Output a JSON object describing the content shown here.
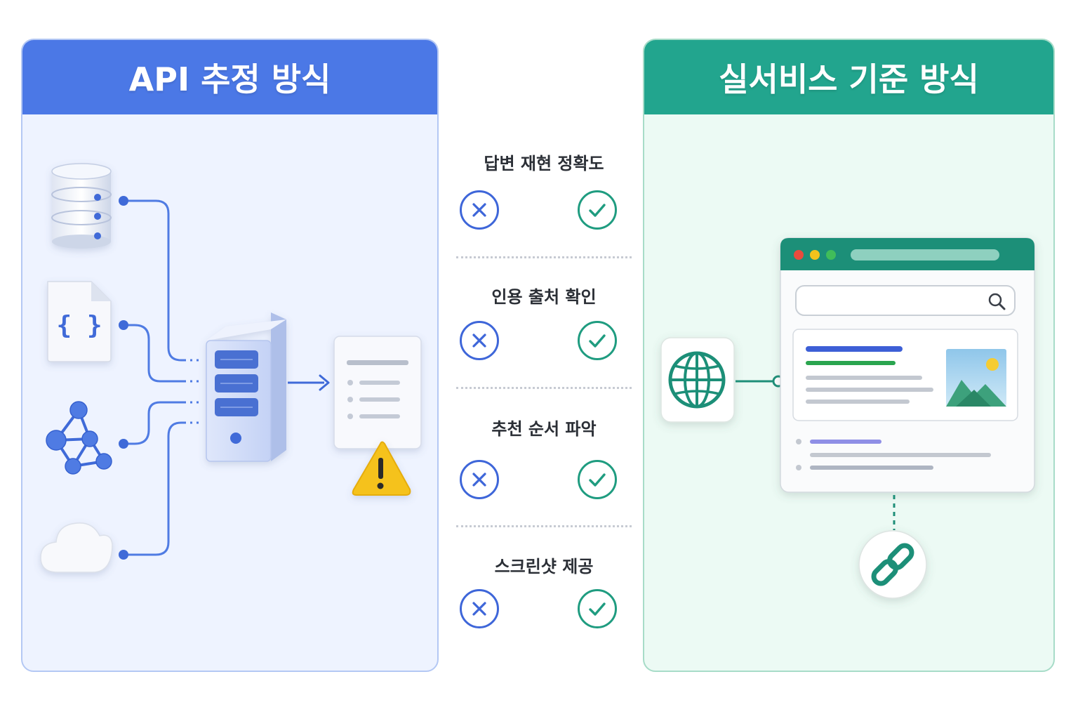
{
  "left_panel": {
    "title": "API 추정 방식"
  },
  "right_panel": {
    "title": "실서비스 기준 방식"
  },
  "criteria": [
    {
      "label": "답변 재현 정확도"
    },
    {
      "label": "인용 출처 확인"
    },
    {
      "label": "추천 순서 파악"
    },
    {
      "label": "스크린샷 제공"
    }
  ],
  "colors": {
    "left_accent": "#4b78e6",
    "right_accent": "#22a58e",
    "x_mark": "#3e66d9",
    "check_mark": "#1f9c80",
    "warning": "#f5c21b"
  },
  "icons": {
    "left_sources": [
      "database-icon",
      "json-file-icon",
      "network-graph-icon",
      "cloud-icon"
    ],
    "left_pipeline": [
      "server-icon",
      "document-list-icon",
      "warning-icon"
    ],
    "right_pipeline": [
      "globe-icon",
      "browser-window-icon",
      "search-icon",
      "image-icon",
      "link-icon"
    ],
    "comparison": [
      "x-circle-icon",
      "check-circle-icon"
    ]
  }
}
